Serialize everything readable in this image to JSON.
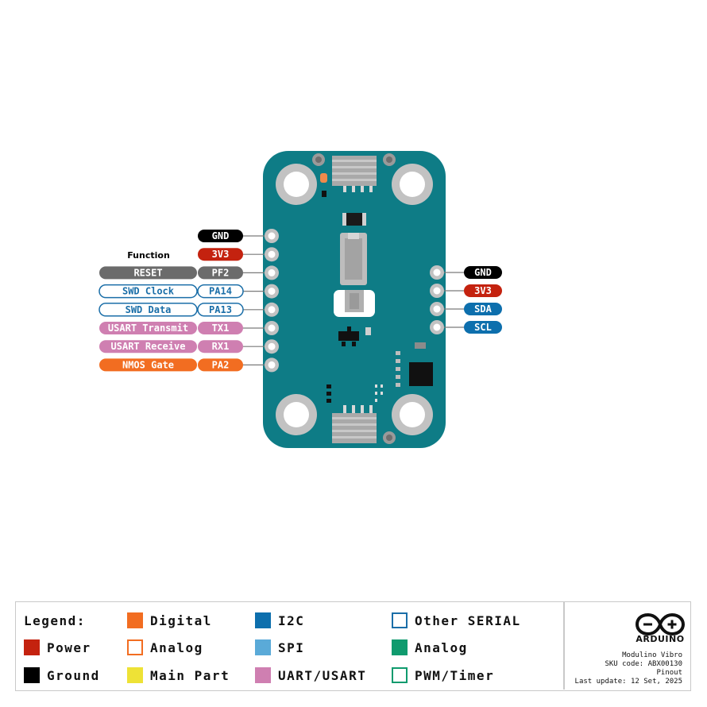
{
  "diagram": {
    "function_heading": "Function",
    "board_color": "#0e7c86",
    "left_pins": [
      {
        "pin": "GND",
        "pin_style": "ground"
      },
      {
        "pin": "3V3",
        "pin_style": "power"
      },
      {
        "pin": "PF2",
        "pin_style": "main",
        "function": "RESET",
        "function_style": "gray"
      },
      {
        "pin": "PA14",
        "pin_style": "outline-blue",
        "function": "SWD Clock",
        "function_style": "outline-blue"
      },
      {
        "pin": "PA13",
        "pin_style": "outline-blue",
        "function": "SWD Data",
        "function_style": "outline-blue"
      },
      {
        "pin": "TX1",
        "pin_style": "uart",
        "function": "USART Transmit",
        "function_style": "uart"
      },
      {
        "pin": "RX1",
        "pin_style": "uart",
        "function": "USART Receive",
        "function_style": "uart"
      },
      {
        "pin": "PA2",
        "pin_style": "digital",
        "function": "NMOS Gate",
        "function_style": "digital"
      }
    ],
    "right_pins": [
      {
        "pin": "GND",
        "pin_style": "ground"
      },
      {
        "pin": "3V3",
        "pin_style": "power"
      },
      {
        "pin": "SDA",
        "pin_style": "i2c"
      },
      {
        "pin": "SCL",
        "pin_style": "i2c"
      }
    ]
  },
  "legend": {
    "title": "Legend:",
    "items": [
      {
        "label": "Digital",
        "color": "#f26d21",
        "style": "filled"
      },
      {
        "label": "I2C",
        "color": "#0d6fad",
        "style": "filled"
      },
      {
        "label": "Other SERIAL",
        "color": "#1a6ea8",
        "style": "outline"
      },
      {
        "label": "Power",
        "color": "#c4220f",
        "style": "filled"
      },
      {
        "label": "Analog",
        "color": "#f26d21",
        "style": "outline"
      },
      {
        "label": "SPI",
        "color": "#5aaad8",
        "style": "filled"
      },
      {
        "label": "Analog",
        "color": "#0f9b6e",
        "style": "filled"
      },
      {
        "label": "Ground",
        "color": "#000000",
        "style": "filled"
      },
      {
        "label": "Main Part",
        "color": "#eee236",
        "style": "filled"
      },
      {
        "label": "UART/USART",
        "color": "#cf7fb1",
        "style": "filled"
      },
      {
        "label": "PWM/Timer",
        "color": "#0f9b6e",
        "style": "outline"
      }
    ]
  },
  "info": {
    "brand": "ARDUINO",
    "product": "Modulino Vibro",
    "sku": "SKU code: ABX00130",
    "doc_type": "Pinout",
    "last_update": "Last update: 12 Set, 2025"
  },
  "colors": {
    "ground": "#000000",
    "power": "#c4220f",
    "main": "#6b6b6b",
    "gray": "#6b6b6b",
    "outline-blue": "#1a6ea8",
    "uart": "#cf7fb1",
    "digital": "#f26d21",
    "i2c": "#0d6fad"
  }
}
